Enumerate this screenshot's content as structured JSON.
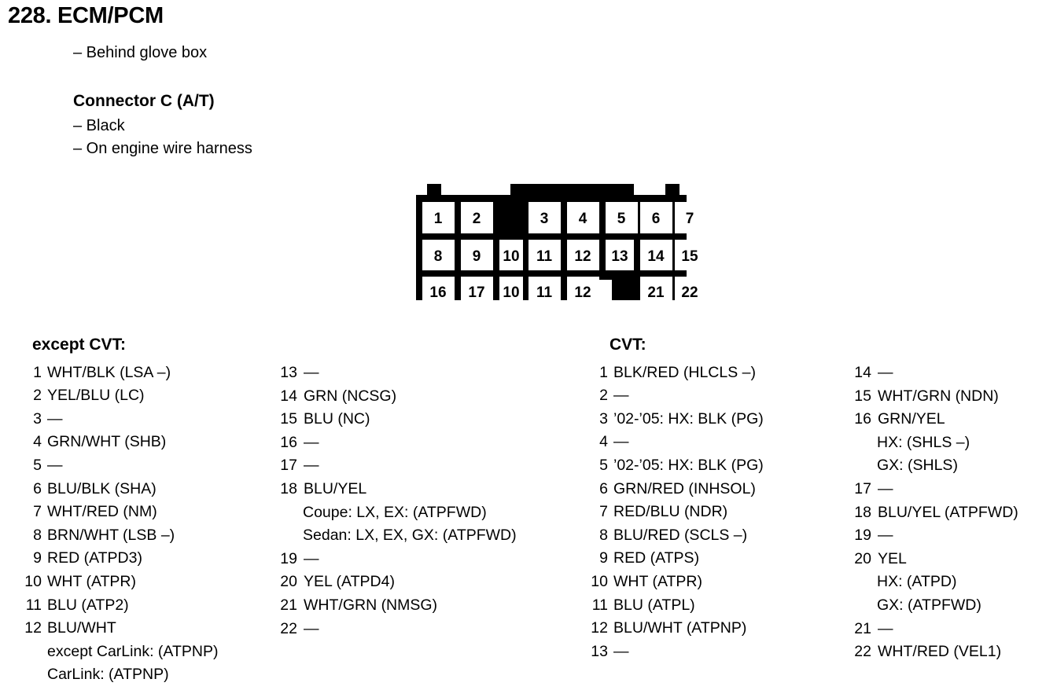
{
  "header": {
    "title": "228. ECM/PCM",
    "location_note": "– Behind glove box",
    "connector_heading": "Connector C (A/T)",
    "connector_note_1": "– Black",
    "connector_note_2": "– On engine wire harness"
  },
  "connector": {
    "name": "Connector C (A/T)",
    "color": "Black",
    "rows": [
      [
        "1",
        "2",
        "",
        "3",
        "4",
        "5",
        "6",
        "7"
      ],
      [
        "8",
        "9",
        "10",
        "11",
        "12",
        "13",
        "14",
        "15"
      ],
      [
        "16",
        "17",
        "10",
        "11",
        "12",
        "",
        "21",
        "22"
      ]
    ]
  },
  "lists": {
    "except_cvt": {
      "heading": "except CVT:",
      "column_1": [
        {
          "no": "1",
          "value": "WHT/BLK (LSA –)",
          "sub": []
        },
        {
          "no": "2",
          "value": "YEL/BLU (LC)",
          "sub": []
        },
        {
          "no": "3",
          "value": "—",
          "sub": []
        },
        {
          "no": "4",
          "value": "GRN/WHT (SHB)",
          "sub": []
        },
        {
          "no": "5",
          "value": "—",
          "sub": []
        },
        {
          "no": "6",
          "value": "BLU/BLK (SHA)",
          "sub": []
        },
        {
          "no": "7",
          "value": "WHT/RED (NM)",
          "sub": []
        },
        {
          "no": "8",
          "value": "BRN/WHT (LSB –)",
          "sub": []
        },
        {
          "no": "9",
          "value": "RED (ATPD3)",
          "sub": []
        },
        {
          "no": "10",
          "value": "WHT (ATPR)",
          "sub": []
        },
        {
          "no": "11",
          "value": "BLU (ATP2)",
          "sub": []
        },
        {
          "no": "12",
          "value": "BLU/WHT",
          "sub": [
            "except CarLink: (ATPNP)",
            "CarLink: (ATPNP)"
          ]
        }
      ],
      "column_2": [
        {
          "no": "13",
          "value": "—",
          "sub": []
        },
        {
          "no": "14",
          "value": "GRN (NCSG)",
          "sub": []
        },
        {
          "no": "15",
          "value": "BLU (NC)",
          "sub": []
        },
        {
          "no": "16",
          "value": "—",
          "sub": []
        },
        {
          "no": "17",
          "value": "—",
          "sub": []
        },
        {
          "no": "18",
          "value": "BLU/YEL",
          "sub": [
            "Coupe: LX, EX: (ATPFWD)",
            "Sedan: LX, EX, GX: (ATPFWD)"
          ]
        },
        {
          "no": "19",
          "value": "—",
          "sub": []
        },
        {
          "no": "20",
          "value": "YEL (ATPD4)",
          "sub": []
        },
        {
          "no": "21",
          "value": "WHT/GRN (NMSG)",
          "sub": []
        },
        {
          "no": "22",
          "value": "—",
          "sub": []
        }
      ]
    },
    "cvt": {
      "heading": "CVT:",
      "column_1": [
        {
          "no": "1",
          "value": "BLK/RED (HLCLS –)",
          "sub": []
        },
        {
          "no": "2",
          "value": "—",
          "sub": []
        },
        {
          "no": "3",
          "value": "’02-’05: HX: BLK (PG)",
          "sub": []
        },
        {
          "no": "4",
          "value": "—",
          "sub": []
        },
        {
          "no": "5",
          "value": "’02-’05: HX: BLK (PG)",
          "sub": []
        },
        {
          "no": "6",
          "value": "GRN/RED (INHSOL)",
          "sub": []
        },
        {
          "no": "7",
          "value": "RED/BLU (NDR)",
          "sub": []
        },
        {
          "no": "8",
          "value": "BLU/RED (SCLS –)",
          "sub": []
        },
        {
          "no": "9",
          "value": "RED (ATPS)",
          "sub": []
        },
        {
          "no": "10",
          "value": "WHT (ATPR)",
          "sub": []
        },
        {
          "no": "11",
          "value": "BLU (ATPL)",
          "sub": []
        },
        {
          "no": "12",
          "value": "BLU/WHT (ATPNP)",
          "sub": []
        },
        {
          "no": "13",
          "value": "—",
          "sub": []
        }
      ],
      "column_2": [
        {
          "no": "14",
          "value": "—",
          "sub": []
        },
        {
          "no": "15",
          "value": "WHT/GRN (NDN)",
          "sub": []
        },
        {
          "no": "16",
          "value": "GRN/YEL",
          "sub": [
            "HX: (SHLS –)",
            "GX: (SHLS)"
          ]
        },
        {
          "no": "17",
          "value": "—",
          "sub": []
        },
        {
          "no": "18",
          "value": "BLU/YEL (ATPFWD)",
          "sub": []
        },
        {
          "no": "19",
          "value": "—",
          "sub": []
        },
        {
          "no": "20",
          "value": "YEL",
          "sub": [
            "HX: (ATPD)",
            "GX: (ATPFWD)"
          ]
        },
        {
          "no": "21",
          "value": "—",
          "sub": []
        },
        {
          "no": "22",
          "value": "WHT/RED (VEL1)",
          "sub": []
        }
      ]
    }
  }
}
